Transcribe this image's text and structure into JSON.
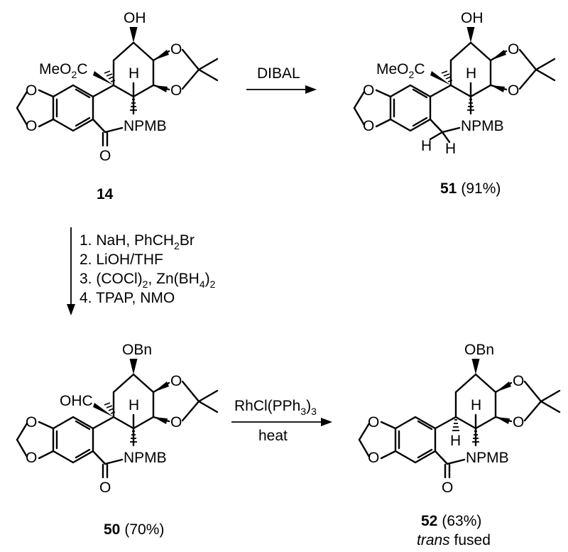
{
  "atoms": {
    "oh": "OH",
    "o": "O",
    "h": "H",
    "npmb": "NPMB",
    "meo2c": "MeO",
    "sub2": "2",
    "c": "C",
    "ohc": "OHC",
    "obn": "OBn"
  },
  "compounds": {
    "c14": {
      "number": "14"
    },
    "c51": {
      "number": "51",
      "yield": "(91%)"
    },
    "c50": {
      "number": "50",
      "yield": "(70%)"
    },
    "c52": {
      "number": "52",
      "yield": "(63%)",
      "note_italic": "trans",
      "note": " fused"
    }
  },
  "reactions": {
    "r1": {
      "reagent": "DIBAL"
    },
    "r2": {
      "step1": "1. NaH, PhCH",
      "step1_sub": "2",
      "step1_end": "Br",
      "step2": "2. LiOH/THF",
      "step3": "3. (COCl)",
      "step3_sub1": "2",
      "step3_mid": ", Zn(BH",
      "step3_sub2": "4",
      "step3_end": ")",
      "step3_sub3": "2",
      "step4": "4. TPAP, NMO"
    },
    "r3": {
      "reagent": "RhCl(PPh",
      "reagent_sub": "3",
      "reagent_end": ")",
      "reagent_sub2": "3",
      "condition": "heat"
    }
  }
}
